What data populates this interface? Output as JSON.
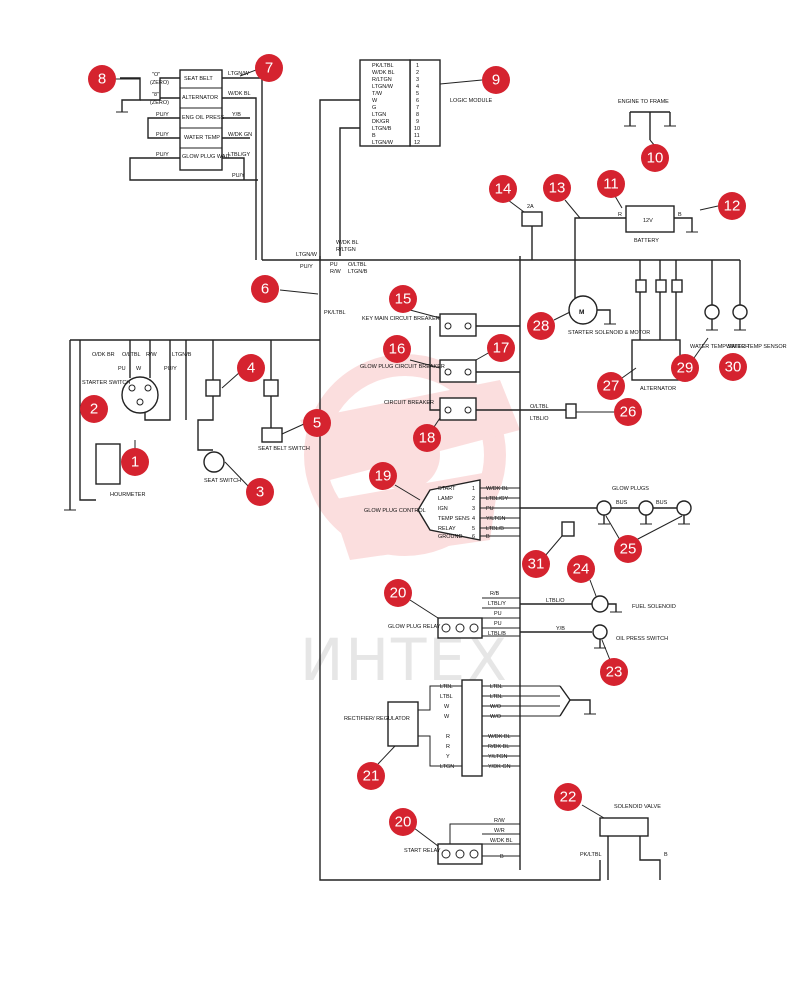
{
  "watermark": {
    "text": "ИНТЕХ",
    "color": "#f28a8a"
  },
  "marker_color": "#d5232f",
  "markers": [
    "1",
    "2",
    "3",
    "4",
    "5",
    "6",
    "7",
    "8",
    "9",
    "10",
    "11",
    "12",
    "13",
    "14",
    "15",
    "16",
    "17",
    "18",
    "19",
    "20",
    "20",
    "21",
    "22",
    "23",
    "24",
    "25",
    "26",
    "27",
    "28",
    "29",
    "30",
    "31"
  ],
  "gauges": {
    "zero_label": "\"O\"",
    "zero_sub": "(ZERO)",
    "eight_label": "\"8\"",
    "eight_sub": "(ZERO)",
    "panel_items": [
      "SEAT BELT",
      "ALTERNATOR",
      "ENG OIL PRESS",
      "WATER TEMP",
      "GLOW PLUG WAIT"
    ],
    "panel_wires_right": [
      "LTGN/W",
      "W/DK BL",
      "Y/B",
      "W/DK GN",
      "LTBL/GY"
    ],
    "panel_wires_left": [
      "PU/Y",
      "PU/Y",
      "PU/Y"
    ],
    "bottom_wire": "PU/Y"
  },
  "logic_module": {
    "title": "LOGIC MODULE",
    "wires": [
      "PK/LTBL",
      "W/DK BL",
      "R/LTGN",
      "LTGN/W",
      "T/W",
      "W",
      "G",
      "LTGN",
      "",
      "DK/GR",
      "LTGN/B",
      "B",
      "LTGN/W"
    ],
    "pins": [
      "1",
      "2",
      "3",
      "4",
      "5",
      "6",
      "7",
      "8",
      "9",
      "10",
      "11",
      "12"
    ]
  },
  "engine_to_frame": "ENGINE TO FRAME",
  "battery": {
    "label": "BATTERY",
    "volts": "12V",
    "pos": "R",
    "neg": "B"
  },
  "fuse_2a": "2A",
  "starter_switch": {
    "title": "STARTER SWITCH",
    "wires": [
      "O/DK BR",
      "O/LTBL",
      "R/W",
      "LTGN/B",
      "PU",
      "W",
      "PU/Y"
    ]
  },
  "hourmeter": "HOURMETER",
  "seat_switch": "SEAT SWITCH",
  "seat_belt_switch": "SEAT BELT SWITCH",
  "main_harness": {
    "wires": [
      "W/DK BL",
      "R/LTGN",
      "PU/Y",
      "LTGN/W",
      "PU",
      "R/W",
      "O/LTBL",
      "LTGN/B",
      "PK/LTBL"
    ]
  },
  "key_main_cb": "KEY MAIN CIRCUIT BREAKER",
  "glow_plug_cb": "GLOW PLUG CIRCUIT BREAKER",
  "circuit_breaker": "CIRCUIT BREAKER",
  "starter_solenoid": "STARTER SOLENOID & MOTOR",
  "alternator": "ALTERNATOR",
  "water_temp_switch": "WATER TEMP SWITCH",
  "water_temp_sensor": "WATER TEMP SENSOR",
  "glow_plug_control": {
    "title": "GLOW PLUG CONTROL",
    "pins": [
      "START",
      "LAMP",
      "IGN",
      "TEMP SENS",
      "RELAY",
      "GROUND"
    ],
    "numbers": [
      "1",
      "2",
      "3",
      "4",
      "5",
      "6"
    ],
    "wires": [
      "W/DK BL",
      "LTBL/GY",
      "PU",
      "Y/LTGN",
      "LTBL/B",
      "B"
    ]
  },
  "glow_plugs": "GLOW PLUGS",
  "bus": "BUS",
  "glow_plug_relay": "GLOW PLUG RELAY",
  "relay_wires": [
    "R/B",
    "LTBL/Y",
    "PU",
    "PU",
    "LTBL/B"
  ],
  "fuel_solenoid": "FUEL SOLENOID",
  "oil_press_switch": "OIL PRESS SWITCH",
  "rectifier": "RECTIFIER/ REGULATOR",
  "rect_left": [
    "LTBL",
    "LTBL",
    "W",
    "W",
    "R",
    "R",
    "Y",
    "LTGN"
  ],
  "rect_right": [
    "LTBL",
    "LTBL",
    "W/O",
    "W/O",
    "W/DK BL",
    "R/DK BL",
    "Y/LTGN",
    "Y/DK GN"
  ],
  "start_relay": "START RELAY",
  "start_relay_wires": [
    "R/W",
    "W/R",
    "W/DK BL",
    "B"
  ],
  "solenoid_valve": "SOLENOID VALVE",
  "solenoid_wires": [
    "PK/LTBL",
    "B"
  ],
  "misc": {
    "cb_wire_1": "O/LTBL",
    "cb_wire_2": "LTBL/O",
    "lt_wire": "LTBL/O",
    "yb_wire": "Y/B"
  }
}
